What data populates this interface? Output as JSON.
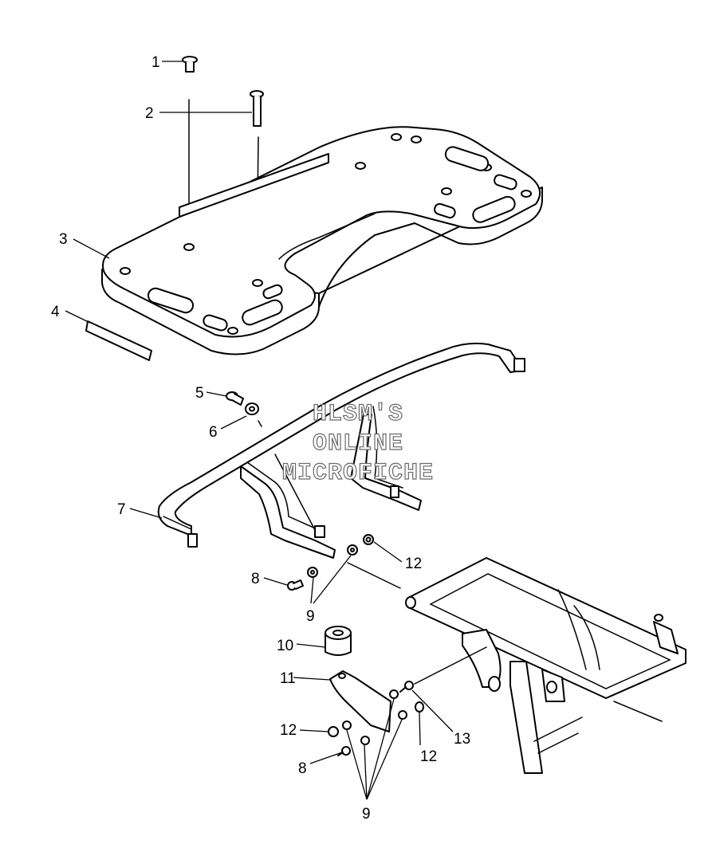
{
  "callouts": [
    {
      "id": "1",
      "label": "1"
    },
    {
      "id": "2",
      "label": "2"
    },
    {
      "id": "3",
      "label": "3"
    },
    {
      "id": "4",
      "label": "4"
    },
    {
      "id": "5",
      "label": "5"
    },
    {
      "id": "6",
      "label": "6"
    },
    {
      "id": "7",
      "label": "7"
    },
    {
      "id": "8a",
      "label": "8"
    },
    {
      "id": "9a",
      "label": "9"
    },
    {
      "id": "10",
      "label": "10"
    },
    {
      "id": "11",
      "label": "11"
    },
    {
      "id": "12a",
      "label": "12"
    },
    {
      "id": "12b",
      "label": "12"
    },
    {
      "id": "12c",
      "label": "12"
    },
    {
      "id": "13",
      "label": "13"
    },
    {
      "id": "8b",
      "label": "8"
    },
    {
      "id": "9b",
      "label": "9"
    }
  ],
  "watermark": {
    "line1": "HLSM'S",
    "line2": "ONLINE",
    "line3": "MICROFICHE"
  }
}
